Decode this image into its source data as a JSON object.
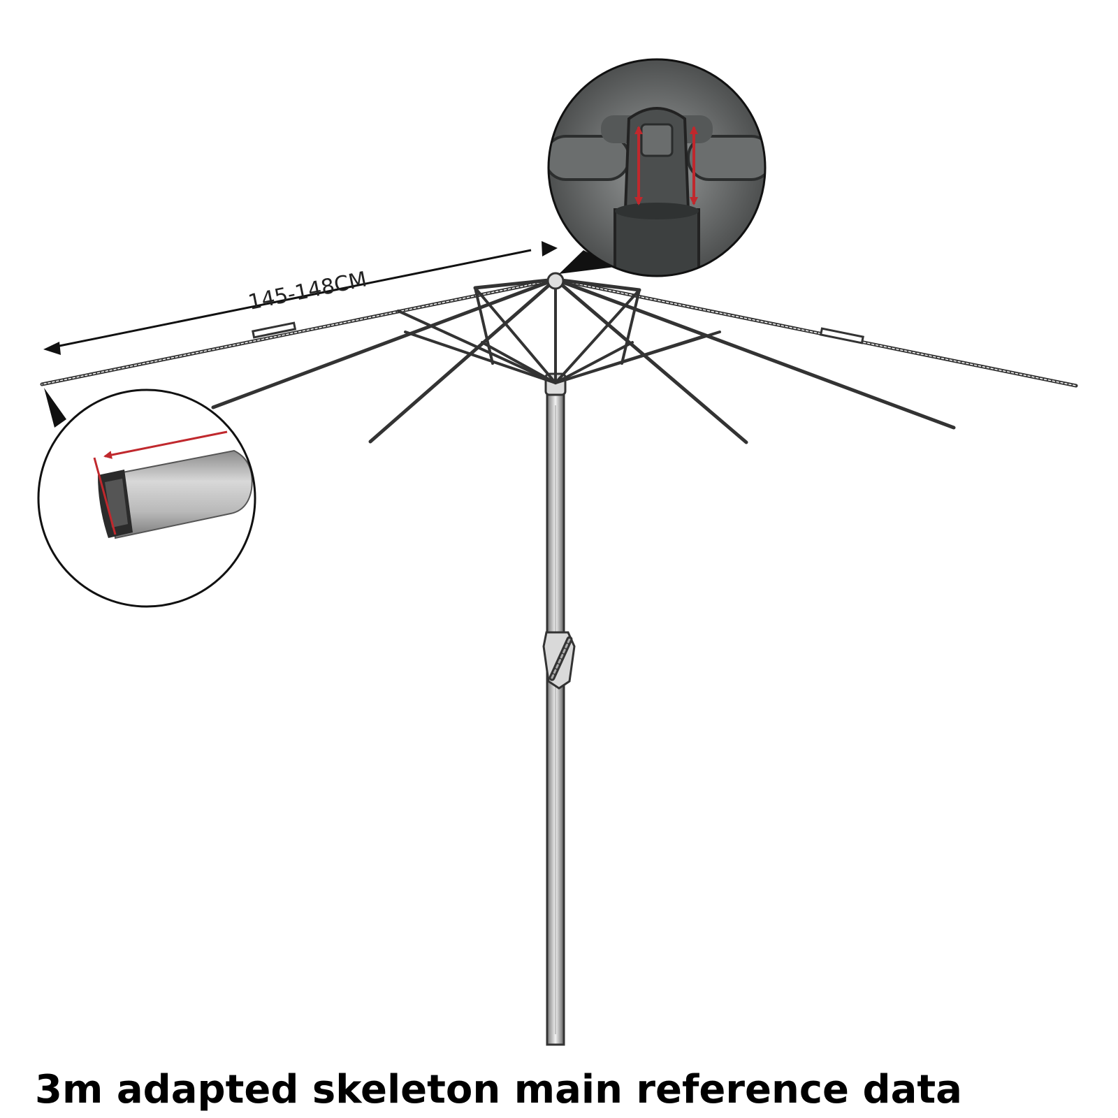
{
  "measurement": {
    "label": "145-148CM"
  },
  "caption": "3m adapted skeleton main reference data",
  "details": [
    {
      "name": "hub-detail",
      "icon": "hub-magnifier-icon"
    },
    {
      "name": "rib-tip-detail",
      "icon": "rib-tip-magnifier-icon"
    }
  ],
  "colors": {
    "frame": "#333333",
    "accent_arrow": "#c0282d",
    "detail_border": "#111111",
    "text": "#000000"
  }
}
